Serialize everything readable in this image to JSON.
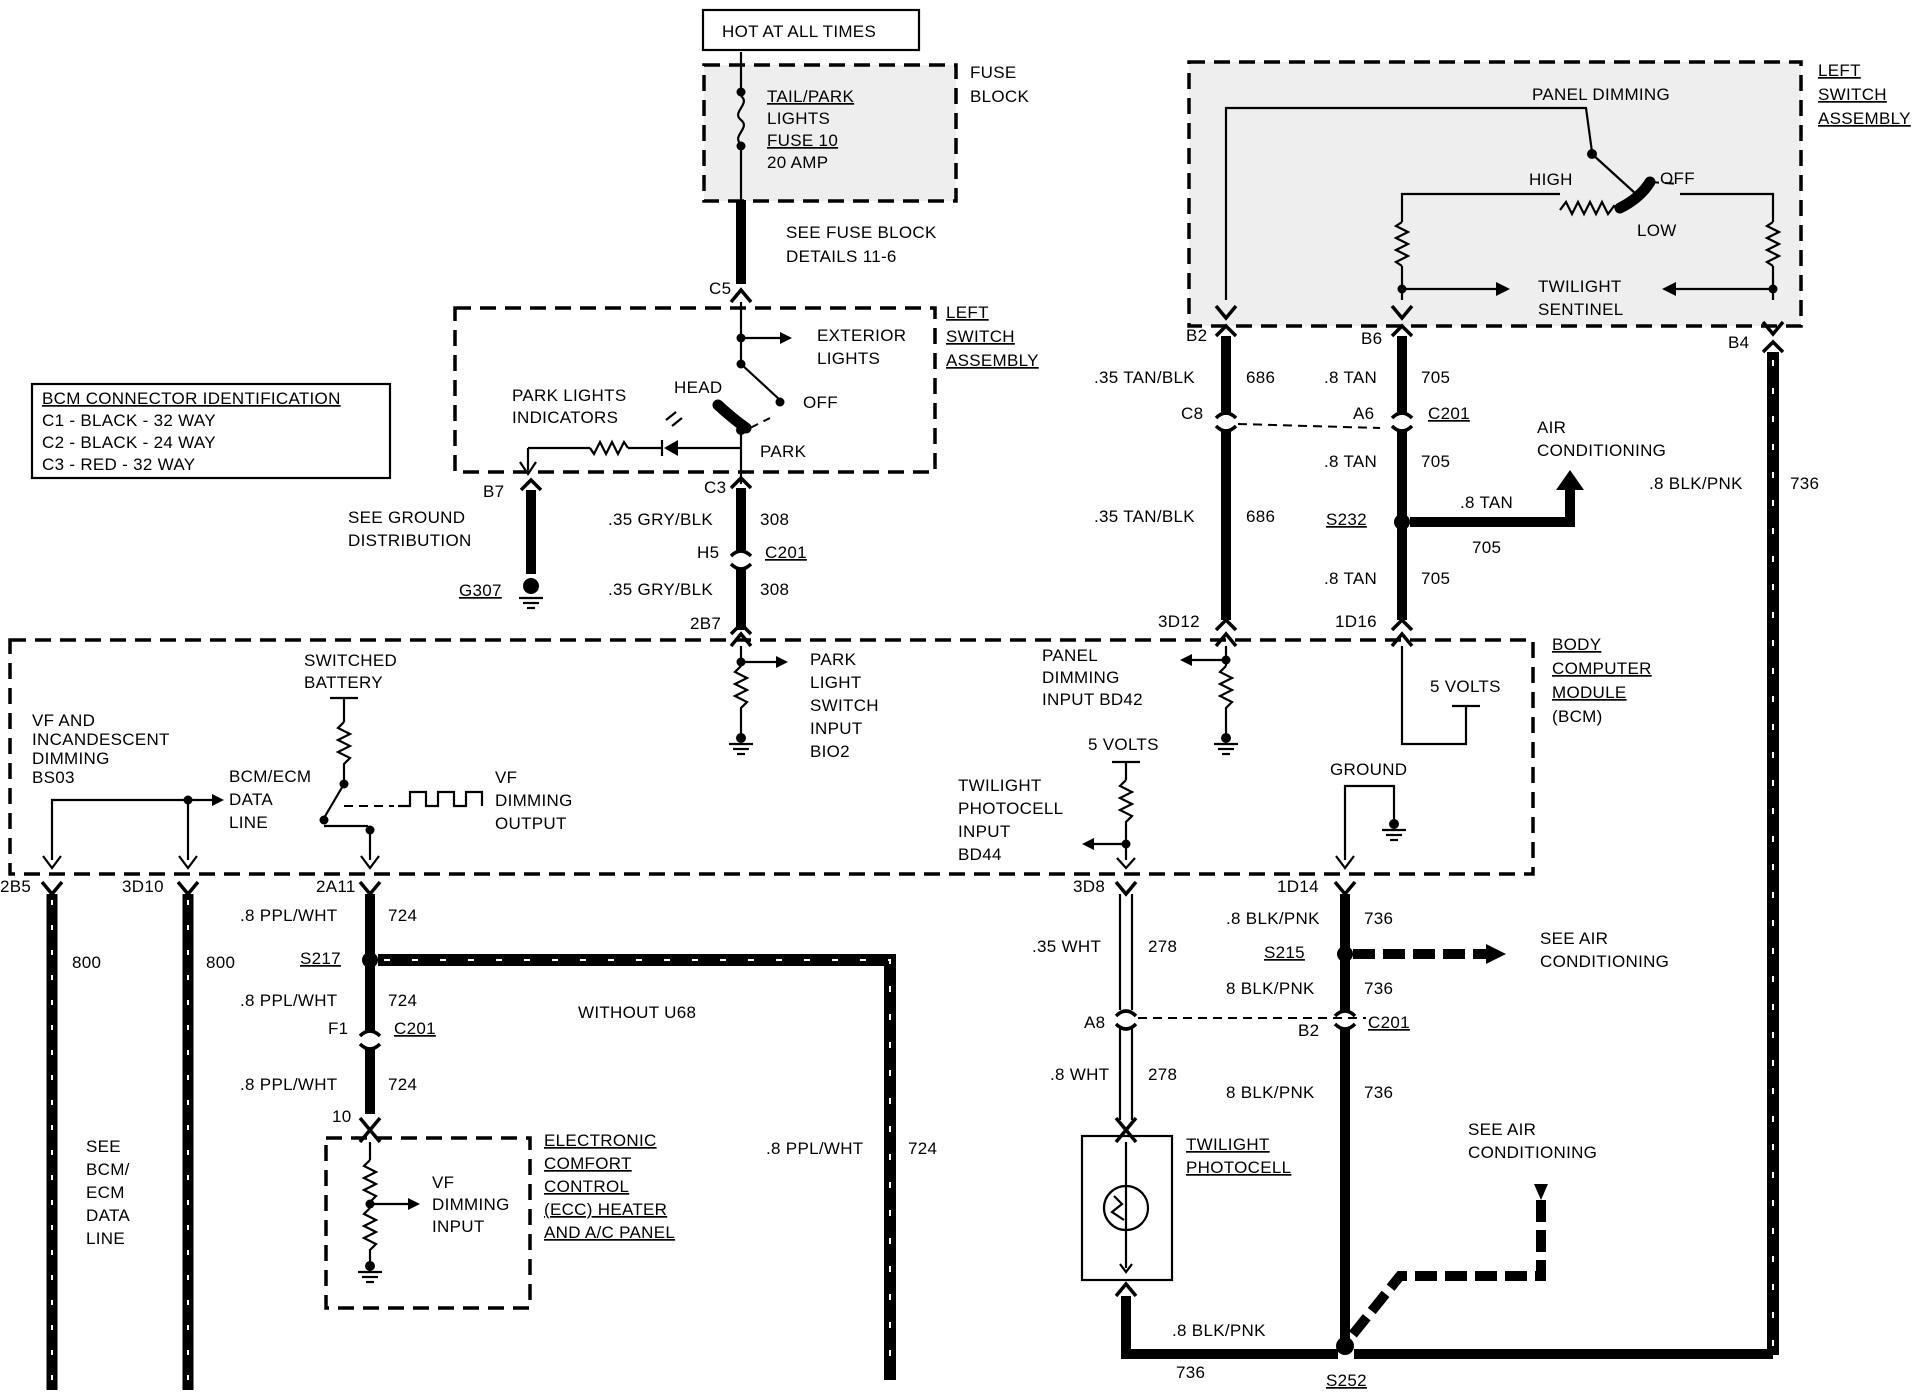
{
  "hot_at_all_times": "HOT AT ALL TIMES",
  "fuse_block": {
    "label": [
      "FUSE",
      "BLOCK"
    ],
    "fuse": [
      "TAIL/PARK",
      "LIGHTS",
      "FUSE 10",
      "20 AMP"
    ],
    "details": [
      "SEE FUSE BLOCK",
      "DETAILS 11-6"
    ]
  },
  "bcm_connector_id": {
    "title": "BCM CONNECTOR IDENTIFICATION",
    "rows": [
      "C1 - BLACK - 32 WAY",
      "C2 - BLACK - 24 WAY",
      "C3 - RED - 32 WAY"
    ]
  },
  "headlamp_switch": {
    "label": [
      "LEFT",
      "SWITCH",
      "ASSEMBLY"
    ],
    "exterior": [
      "EXTERIOR",
      "LIGHTS"
    ],
    "head": "HEAD",
    "off": "OFF",
    "park": "PARK",
    "indicators": [
      "PARK LIGHTS",
      "INDICATORS"
    ],
    "c5": "C5",
    "b7": "B7",
    "c3": "C3"
  },
  "ground_distribution": [
    "SEE GROUND",
    "DISTRIBUTION"
  ],
  "g307": "G307",
  "park_circuit": {
    "wire1": ".35 GRY/BLK",
    "num1": "308",
    "h5": "H5",
    "c201": "C201",
    "wire2": ".35 GRY/BLK",
    "num2": "308",
    "pin": "2B7"
  },
  "panel_switch": {
    "label": [
      "LEFT",
      "SWITCH",
      "ASSEMBLY"
    ],
    "panel_dimming": "PANEL DIMMING",
    "high": "HIGH",
    "off": "OFF",
    "low": "LOW",
    "twilight": [
      "TWILIGHT",
      "SENTINEL"
    ],
    "b2": "B2",
    "b6": "B6",
    "b4": "B4"
  },
  "tan_blk": {
    "wire1": ".35 TAN/BLK",
    "num": "686",
    "c8": "C8",
    "wire2": ".35 TAN/BLK",
    "pin": "3D12"
  },
  "tan": {
    "wire1": ".8 TAN",
    "num": "705",
    "a6": "A6",
    "c201": "C201",
    "wire2": ".8 TAN",
    "s232": "S232",
    "branch": ".8 TAN",
    "wire3": ".8 TAN",
    "pin": "1D16"
  },
  "air_conditioning": [
    "AIR",
    "CONDITIONING"
  ],
  "blk_pnk_right": {
    "wire": ".8 BLK/PNK",
    "num": "736"
  },
  "bcm": {
    "label": [
      "BODY",
      "COMPUTER",
      "MODULE",
      "(BCM)"
    ],
    "park_input": [
      "PARK",
      "LIGHT",
      "SWITCH",
      "INPUT",
      "BIO2"
    ],
    "panel_input": [
      "PANEL",
      "DIMMING",
      "INPUT BD42"
    ],
    "five_volts_a": "5 VOLTS",
    "five_volts_b": "5 VOLTS",
    "ground": "GROUND",
    "photocell_input": [
      "TWILIGHT",
      "PHOTOCELL",
      "INPUT",
      "BD44"
    ],
    "switched_battery": [
      "SWITCHED",
      "BATTERY"
    ],
    "vf_dimming": [
      "VF AND",
      "INCANDESCENT",
      "DIMMING",
      "BS03"
    ],
    "data_line": [
      "BCM/ECM",
      "DATA",
      "LINE"
    ],
    "vf_output": [
      "VF",
      "DIMMING",
      "OUTPUT"
    ],
    "pins": [
      "2B5",
      "3D10",
      "2A11",
      "3D8",
      "1D14"
    ]
  },
  "left_wires": {
    "w800a": "800",
    "w800b": "800",
    "see_line": [
      "SEE",
      "BCM/",
      "ECM",
      "DATA",
      "LINE"
    ]
  },
  "ppl_wht": {
    "wire": ".8 PPL/WHT",
    "num": "724",
    "s217": "S217",
    "f1": "F1",
    "c201": "C201",
    "pin10": "10",
    "without": "WITHOUT U68"
  },
  "ecc": {
    "label": [
      "ELECTRONIC",
      "COMFORT",
      "CONTROL",
      "(ECC) HEATER",
      "AND A/C PANEL"
    ],
    "input": [
      "VF",
      "DIMMING",
      "INPUT"
    ]
  },
  "photocell_circuit": {
    "wire1": ".35 WHT",
    "num": "278",
    "a8": "A8",
    "wire2": ".8 WHT",
    "label": [
      "TWILIGHT",
      "PHOTOCELL"
    ]
  },
  "blk_pnk_center": {
    "wire1": ".8 BLK/PNK",
    "num": "736",
    "s215": "S215",
    "wire2": "8 BLK/PNK",
    "b2": "B2",
    "c201": "C201",
    "wire3": "8 BLK/PNK",
    "see_ac": [
      "SEE AIR",
      "CONDITIONING"
    ],
    "see_ac2": [
      "SEE AIR",
      "CONDITIONING"
    ],
    "bottom": ".8 BLK/PNK",
    "s252": "S252"
  }
}
